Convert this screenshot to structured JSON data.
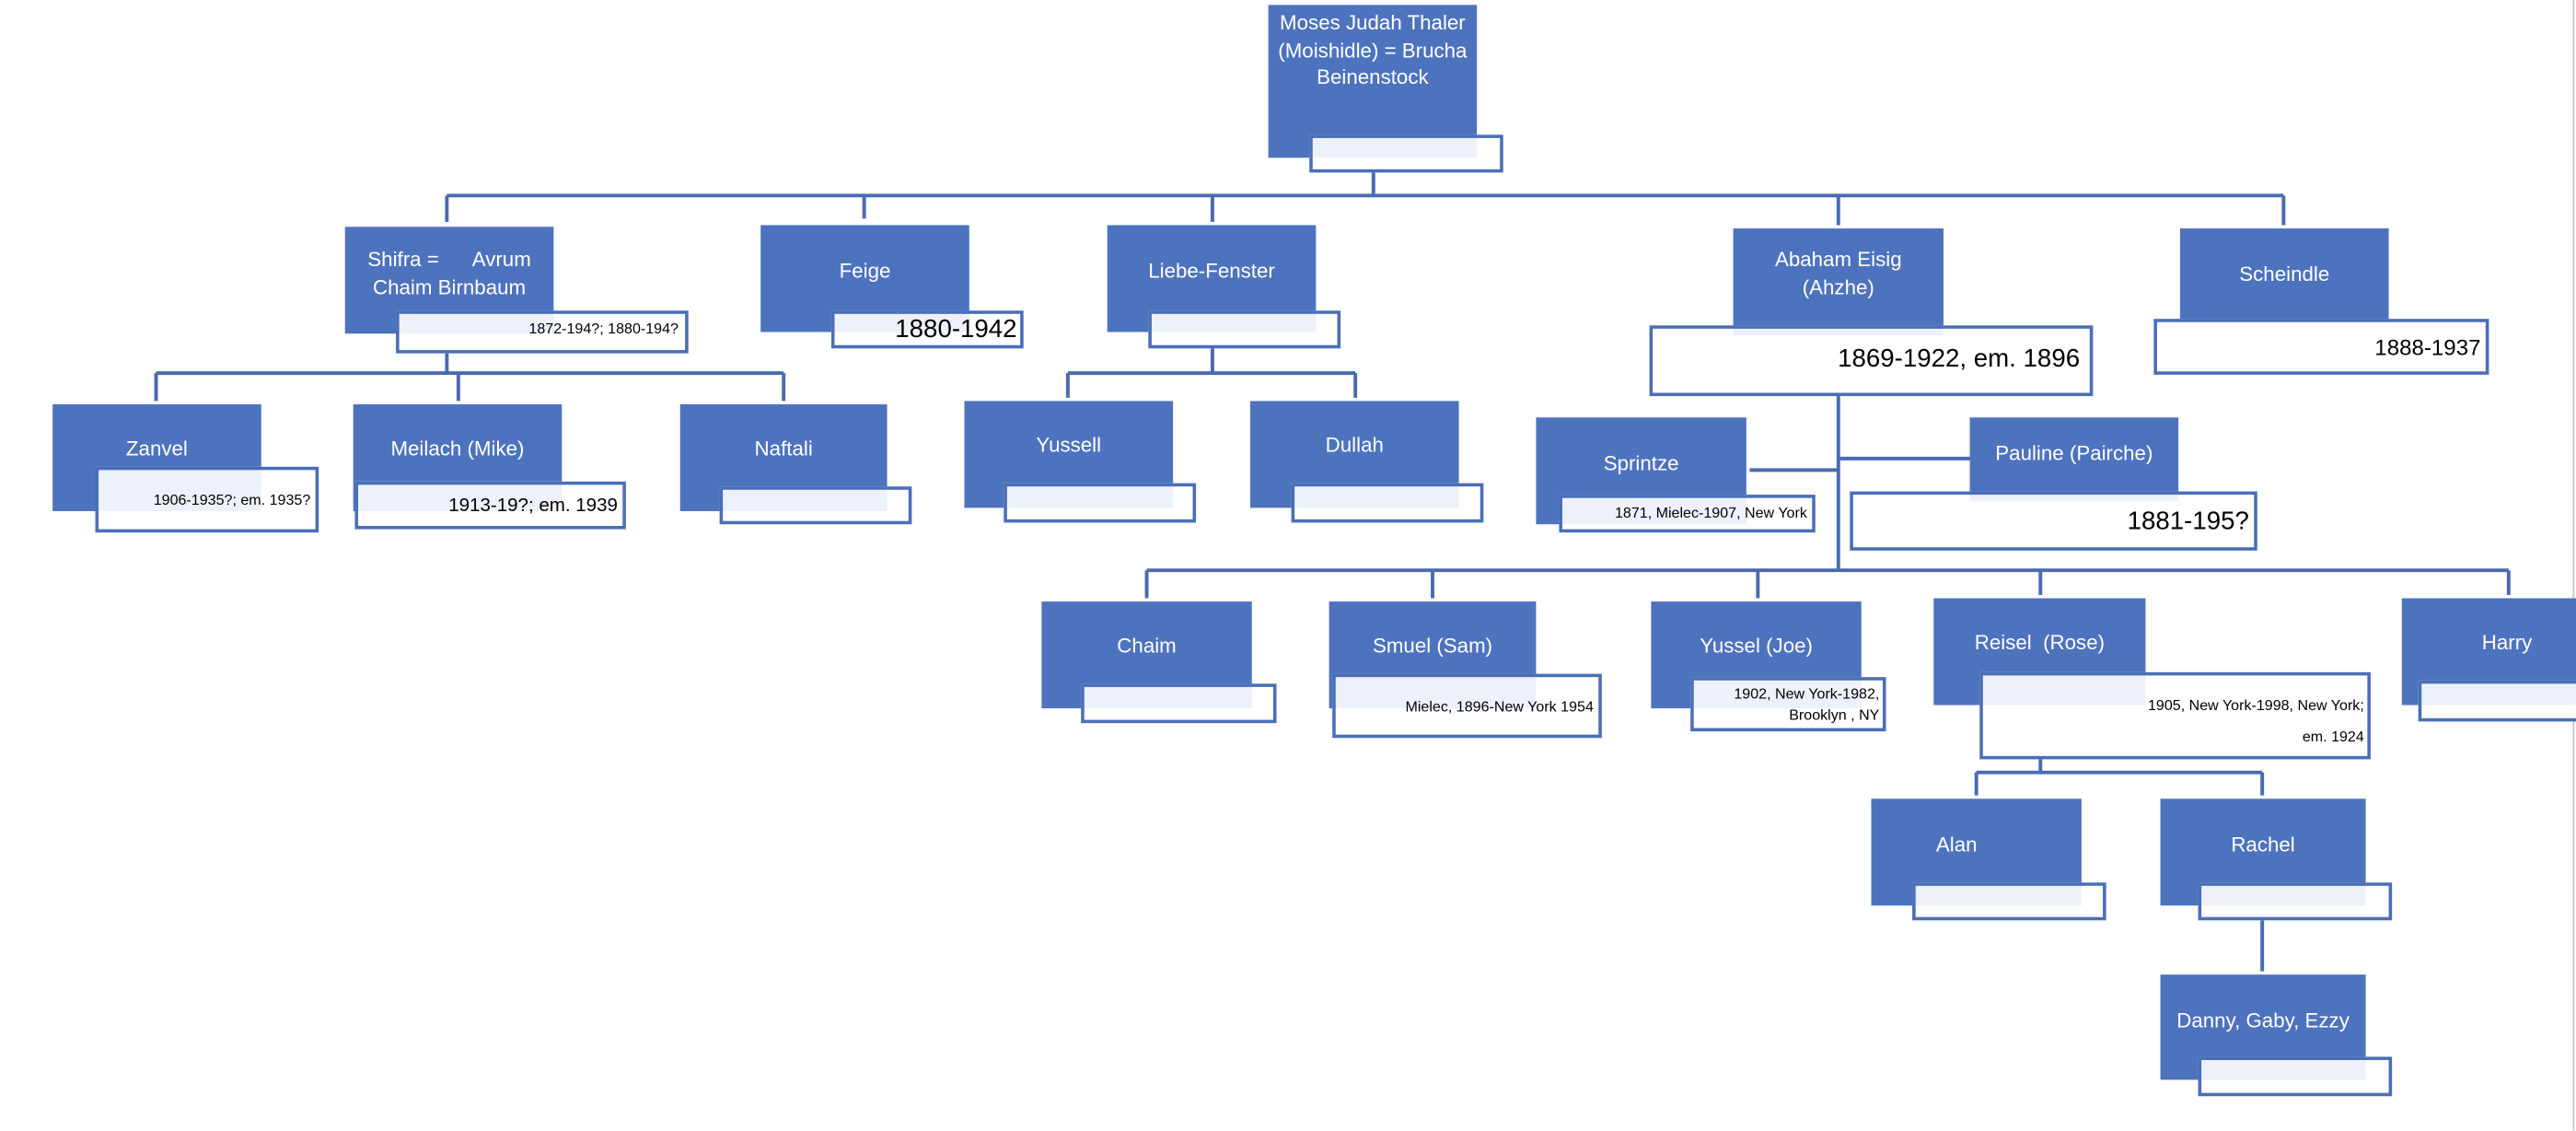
{
  "people": {
    "root": {
      "name": "Moses Judah Thaler (Moishidle) = Brucha Beinenstock",
      "dates": ""
    },
    "shifra": {
      "name": "Shifra =      Avrum\nChaim Birnbaum",
      "dates": "1872-194?; 1880-194?"
    },
    "feige": {
      "name": "Feige",
      "dates": "1880-1942"
    },
    "liebe": {
      "name": "Liebe-Fenster",
      "dates": ""
    },
    "abaham": {
      "name": "Abaham Eisig\n(Ahzhe)",
      "dates": "1869-1922, em. 1896"
    },
    "scheindle": {
      "name": "Scheindle",
      "dates": "1888-1937"
    },
    "zanvel": {
      "name": "Zanvel",
      "dates": "1906-1935?; em. 1935?"
    },
    "meilach": {
      "name": "Meilach (Mike)",
      "dates": "1913-19?; em. 1939"
    },
    "naftali": {
      "name": "Naftali",
      "dates": ""
    },
    "yussell": {
      "name": "Yussell",
      "dates": ""
    },
    "dullah": {
      "name": "Dullah",
      "dates": ""
    },
    "sprintze": {
      "name": "Sprintze",
      "dates": "1871, Mielec-1907, New York"
    },
    "pauline": {
      "name": "Pauline (Pairche)",
      "dates": "1881-195?"
    },
    "chaim": {
      "name": "Chaim",
      "dates": ""
    },
    "smuel": {
      "name": "Smuel (Sam)",
      "dates": "Mielec, 1896-New York 1954"
    },
    "yussel_joe": {
      "name": "Yussel (Joe)",
      "dates": "1902, New York-1982,\nBrooklyn , NY"
    },
    "reisel": {
      "name": "Reisel  (Rose)",
      "dates": "1905, New York-1998, New York;\nem. 1924"
    },
    "harry": {
      "name": "Harry",
      "dates": ""
    },
    "alan": {
      "name": "Alan",
      "dates": ""
    },
    "rachel": {
      "name": "Rachel",
      "dates": ""
    },
    "danny": {
      "name": "Danny, Gaby, Ezzy",
      "dates": ""
    }
  },
  "colors": {
    "node_fill": "#4e73be",
    "connector": "#4a6bb0",
    "date_box_border": "#4a6fb8"
  }
}
